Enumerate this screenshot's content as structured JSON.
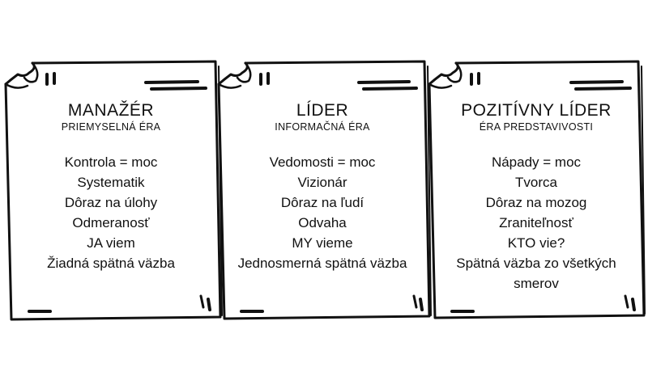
{
  "cards": [
    {
      "title": "MANAŽÉR",
      "subtitle": "PRIEMYSELNÁ ÉRA",
      "items": [
        "Kontrola = moc",
        "Systematik",
        "Dôraz na úlohy",
        "Odmeranosť",
        "JA viem",
        "Žiadná spätná väzba"
      ]
    },
    {
      "title": "LÍDER",
      "subtitle": "INFORMAČNÁ ÉRA",
      "items": [
        "Vedomosti = moc",
        "Vizionár",
        "Dôraz na ľudí",
        "Odvaha",
        "MY vieme",
        "Jednosmerná spätná väzba"
      ]
    },
    {
      "title": "POZITÍVNY LÍDER",
      "subtitle": "ÉRA PREDSTAVIVOSTI",
      "items": [
        "Nápady = moc",
        "Tvorca",
        "Dôraz na mozog",
        "Zraniteľnosť",
        "KTO vie?",
        "Spätná väzba zo všetkých smerov"
      ]
    }
  ],
  "colors": {
    "ink": "#111111",
    "paper": "#ffffff"
  },
  "icons": [
    "document-sheet-icon"
  ]
}
